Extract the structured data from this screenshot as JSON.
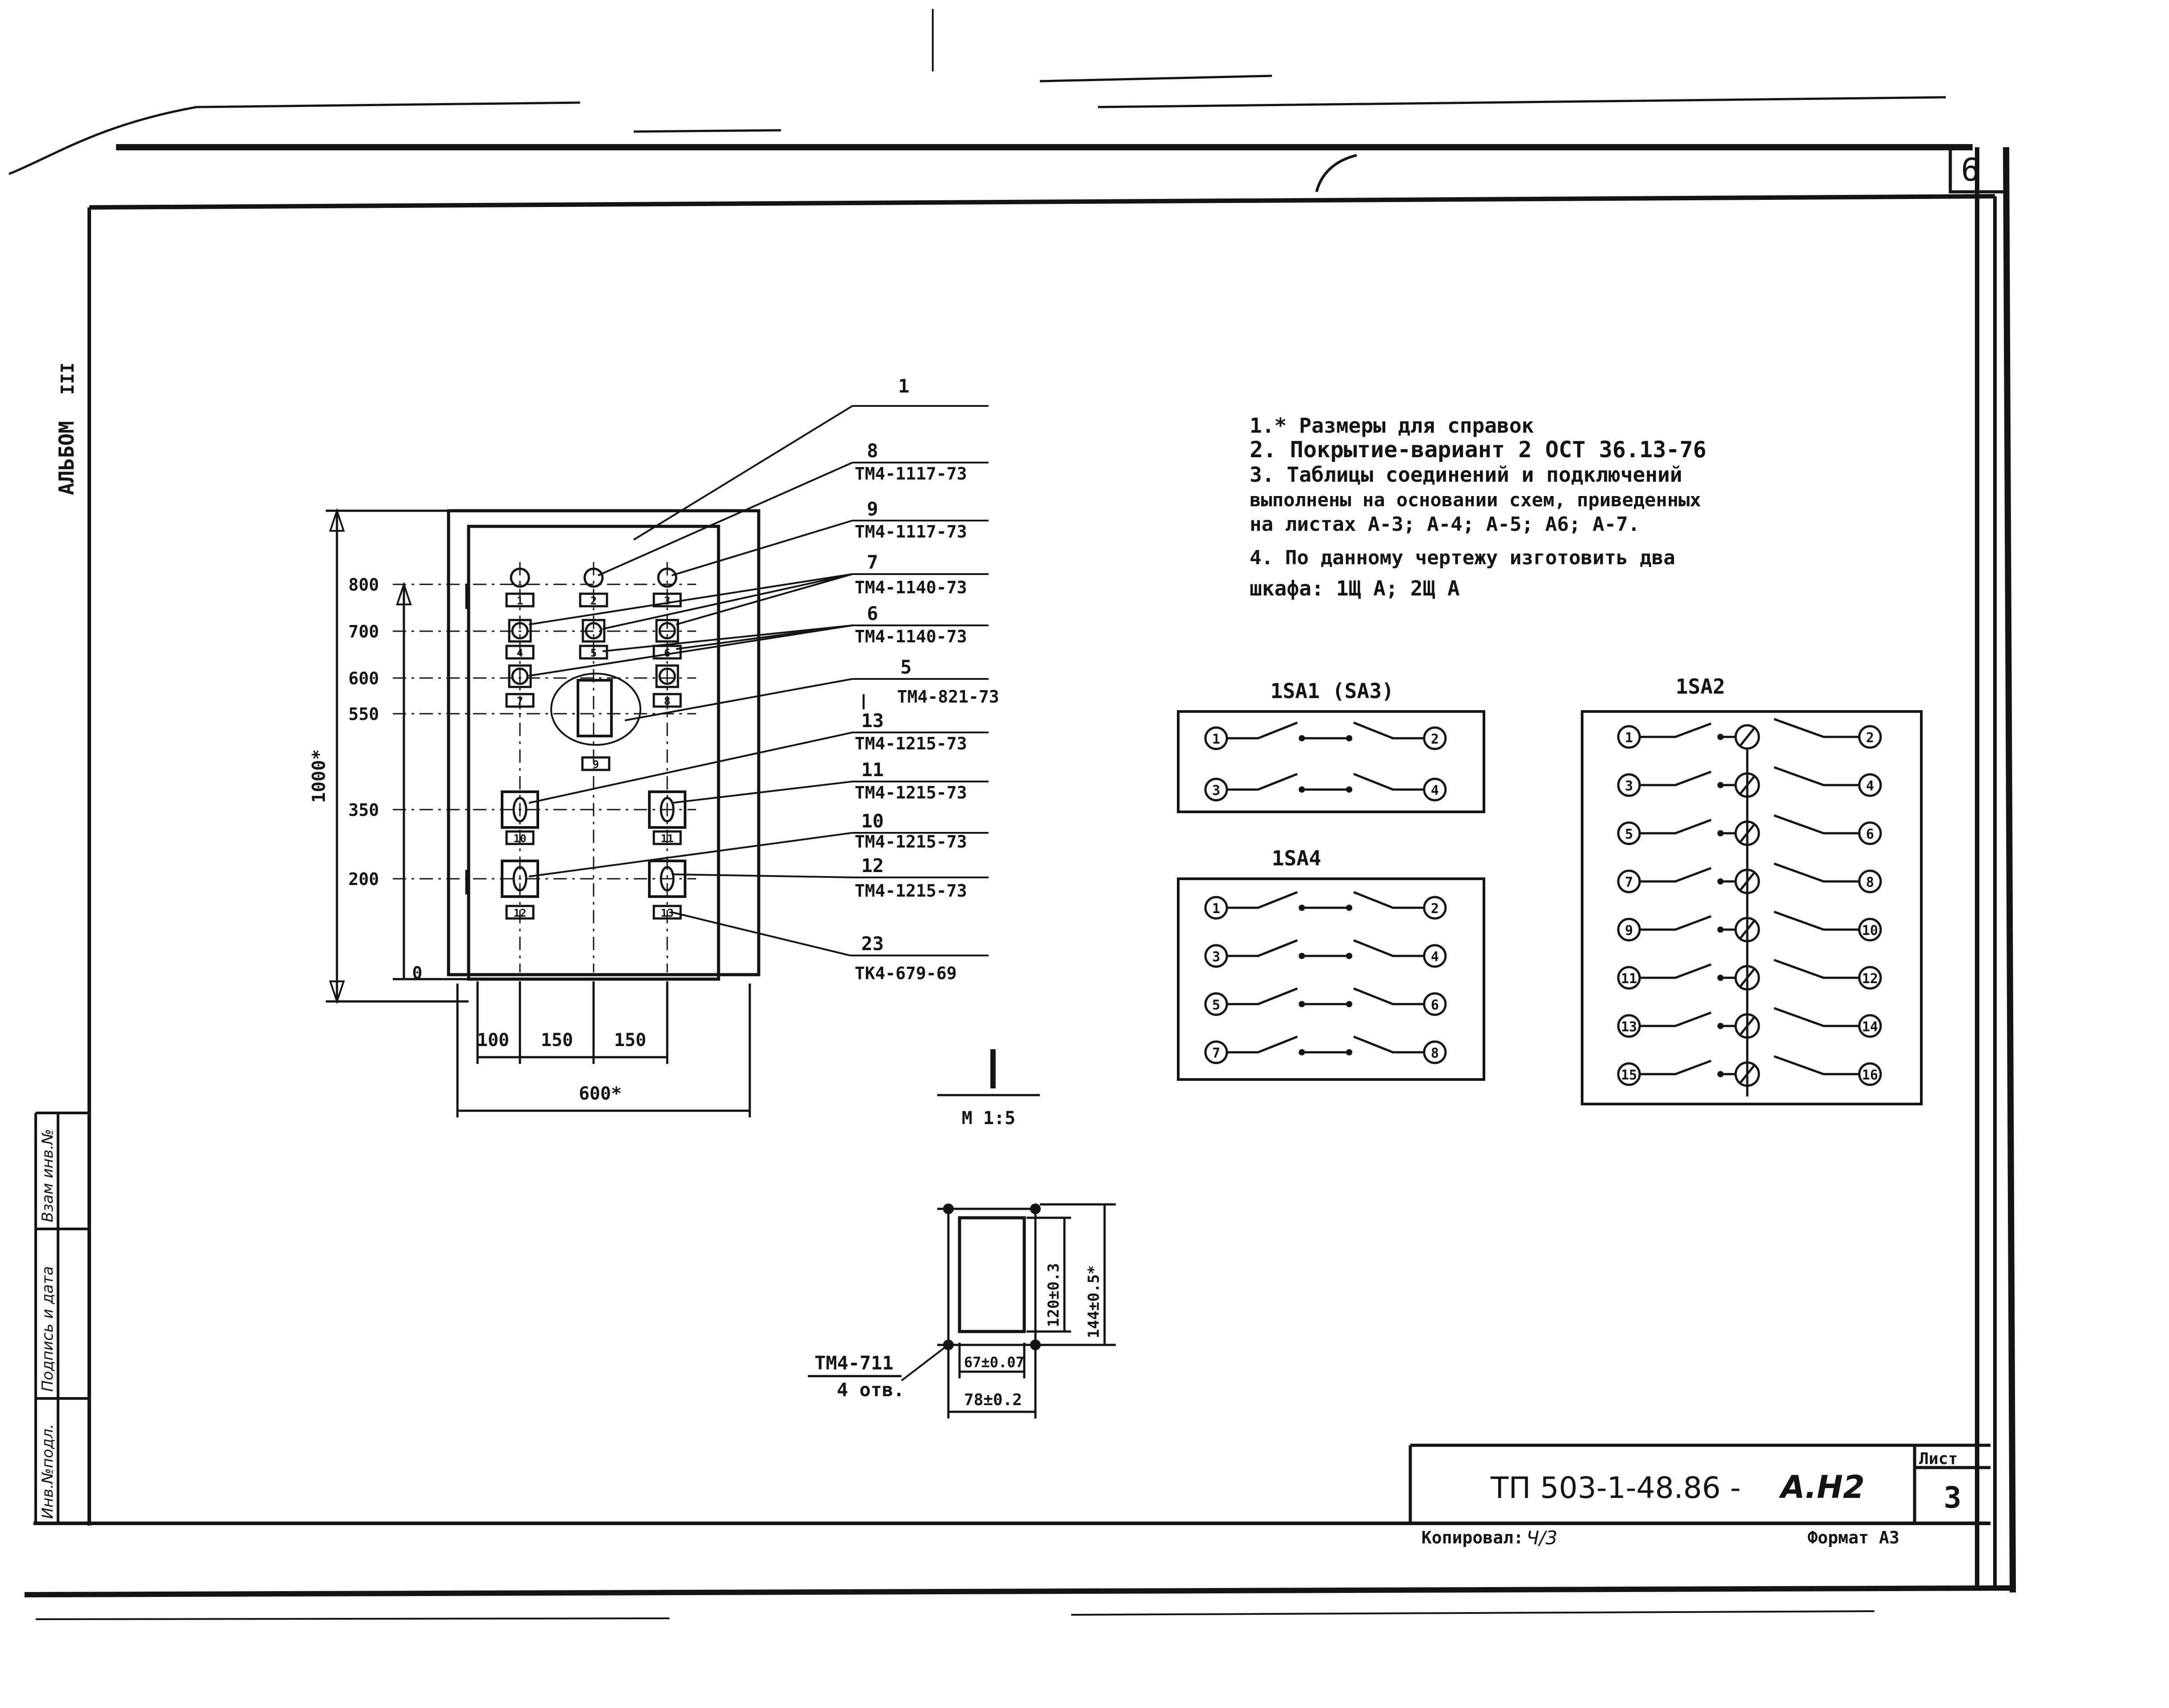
{
  "sheet": {
    "sheet_number_corner": "6",
    "album_label": "АЛЬБОМ",
    "album_number": "III",
    "side_stamp_labels": [
      "Инв.№подл.",
      "Подпись и дата",
      "Взам инв.№"
    ],
    "title_code": "ТП 503-1-48.86 -",
    "title_suffix": "А.Н2",
    "sheet_label": "Лист",
    "sheet_value": "3",
    "copied_label": "Копировал:",
    "copied_signature": "Ч/3",
    "format_label": "Формат А3"
  },
  "notes": [
    "1.* Размеры для справок",
    "2. Покрытие-вариант 2  ОСТ 36.13-76",
    "3. Таблицы соединений и подключений",
    "    выполнены на основании схем, приведенных",
    "    на листах А-3; А-4; А-5; А6; А-7.",
    "4. По данному чертежу изготовить два",
    "    шкафа: 1Щ А; 2Щ А"
  ],
  "callouts": [
    {
      "num": "1",
      "code": ""
    },
    {
      "num": "8",
      "code": "ТМ4-1117-73"
    },
    {
      "num": "9",
      "code": "ТМ4-1117-73"
    },
    {
      "num": "7",
      "code": "ТМ4-1140-73"
    },
    {
      "num": "6",
      "code": "ТМ4-1140-73"
    },
    {
      "num": "5",
      "code": "ТМ4-821-73"
    },
    {
      "num": "13",
      "code": "ТМ4-1215-73"
    },
    {
      "num": "11",
      "code": "ТМ4-1215-73"
    },
    {
      "num": "10",
      "code": "ТМ4-1215-73"
    },
    {
      "num": "12",
      "code": "ТМ4-1215-73"
    },
    {
      "num": "23",
      "code": "ТК4-679-69"
    }
  ],
  "dims": {
    "left_levels": [
      "800",
      "700",
      "600",
      "550",
      "350",
      "200",
      "0"
    ],
    "height_total": "1000*",
    "bottom_segments": [
      "100",
      "150",
      "150"
    ],
    "width_total": "600*",
    "section_mark": "I",
    "section_mark_small": "I",
    "scale": "М 1:5"
  },
  "panel_tags": [
    "1",
    "2",
    "3",
    "4",
    "5",
    "6",
    "7",
    "8",
    "9",
    "10",
    "11",
    "12",
    "13"
  ],
  "cutout": {
    "label_code": "ТМ4-711",
    "label_holes": "4 отв.",
    "dim_inner_w": "67±0.07",
    "dim_outer_w": "78±0.2",
    "dim_inner_h": "120±0.3",
    "dim_outer_h": "144±0.5*"
  },
  "switches": [
    {
      "title": "1SA1 (SA3)",
      "pairs": [
        [
          "1",
          "2"
        ],
        [
          "3",
          "4"
        ]
      ]
    },
    {
      "title": "1SA4",
      "pairs": [
        [
          "1",
          "2"
        ],
        [
          "3",
          "4"
        ],
        [
          "5",
          "6"
        ],
        [
          "7",
          "8"
        ]
      ]
    },
    {
      "title": "1SA2",
      "pairs": [
        [
          "1",
          "2"
        ],
        [
          "3",
          "4"
        ],
        [
          "5",
          "6"
        ],
        [
          "7",
          "8"
        ],
        [
          "9",
          "10"
        ],
        [
          "11",
          "12"
        ],
        [
          "13",
          "14"
        ],
        [
          "15",
          "16"
        ]
      ]
    }
  ]
}
